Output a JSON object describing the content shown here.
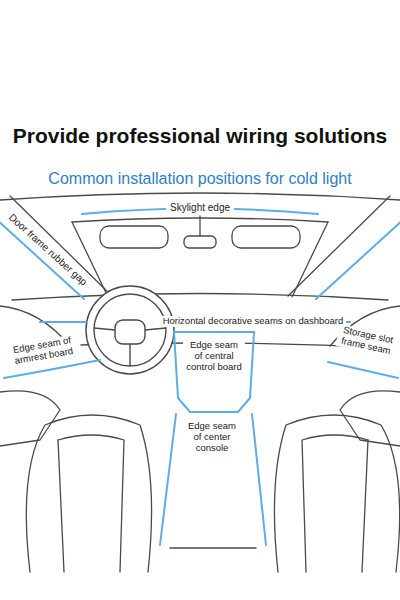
{
  "diagram": {
    "title": "Provide professional wiring solutions",
    "labels": [
      "Common installation positions for cold light",
      "Skylight edge",
      "Door frame rubber gap",
      "Horizontal decorative seams on dashboard",
      "Edge seam of central control board",
      "Storage slot frame seam",
      "Edge seam of armrest board",
      "Edge seam of center console"
    ]
  }
}
